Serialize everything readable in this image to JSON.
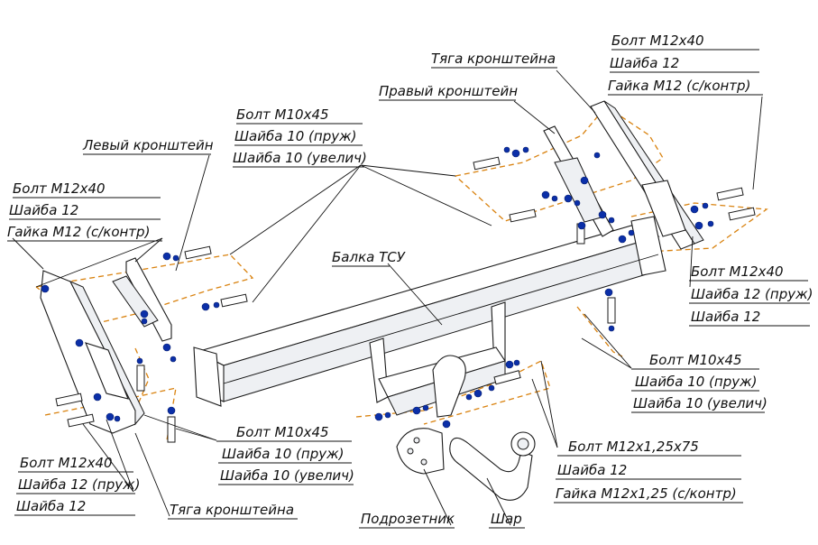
{
  "labels": {
    "left_bolt_top": [
      "Болт М12х40",
      "Шайба 12",
      "Гайка М12 (с/контр)"
    ],
    "left_bracket": "Левый кронштейн",
    "mid_bolt_top": [
      "Болт М10х45",
      "Шайба 10 (пруж)",
      "Шайба 10 (увелич)"
    ],
    "right_bracket": "Правый кронштейн",
    "rod_top": "Тяга кронштейна",
    "right_bolt_top": [
      "Болт М12х40",
      "Шайба 12",
      "Гайка М12 (с/контр)"
    ],
    "beam": "Балка ТСУ",
    "right_bolt_mid": [
      "Болт М12х40",
      "Шайба 12 (пруж)",
      "Шайба 12"
    ],
    "right_bolt_low": [
      "Болт М10х45",
      "Шайба 10 (пруж)",
      "Шайба 10 (увелич)"
    ],
    "center_bolt_low": [
      "Болт М10х45",
      "Шайба 10 (пруж)",
      "Шайба 10 (увелич)"
    ],
    "ball_bolt": [
      "Болт М12х1,25х75",
      "Шайба 12",
      "Гайка М12х1,25 (с/контр)"
    ],
    "left_bolt_bottom": [
      "Болт М12х40",
      "Шайба 12 (пруж)",
      "Шайба 12"
    ],
    "rod_bottom": "Тяга кронштейна",
    "socket_plate": "Подрозетник",
    "ball": "Шар"
  },
  "colors": {
    "leader": "#111111",
    "axis_dash": "#d9820f",
    "fastener": "#0b2fa8"
  }
}
